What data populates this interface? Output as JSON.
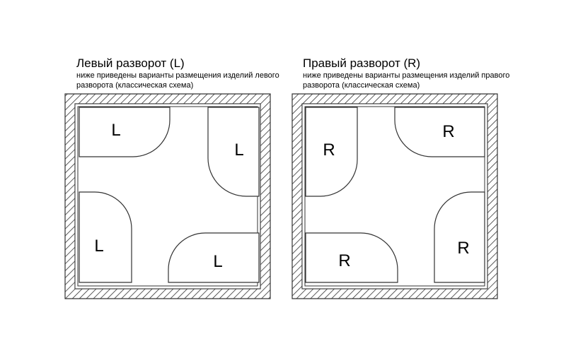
{
  "left": {
    "title": "Левый разворот (L)",
    "description": "ниже приведены варианты размещения изделий левого разворота (классическая схема)",
    "item_label": "L"
  },
  "right": {
    "title": "Правый разворот (R)",
    "description": "ниже приведены варианты размещения изделий правого разворота (классическая схема)",
    "item_label": "R"
  },
  "colors": {
    "line": "#333333",
    "background": "#ffffff"
  }
}
